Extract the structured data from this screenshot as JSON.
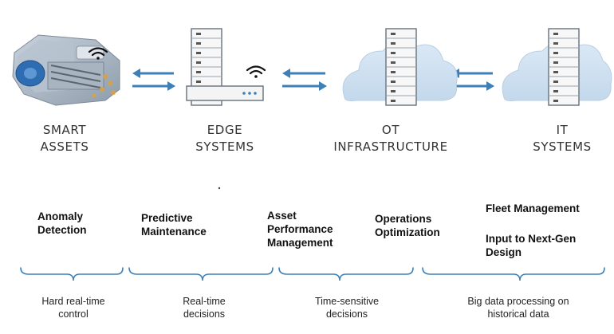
{
  "colors": {
    "accent": "#3d7fb6",
    "cloud": "#cfe1f0",
    "server_stroke": "#6f7a86",
    "text": "#111111"
  },
  "stages": [
    {
      "id": "smart-assets",
      "label": "SMART\nASSETS",
      "icon": "engine-icon"
    },
    {
      "id": "edge-systems",
      "label": "EDGE\nSYSTEMS",
      "icon": "server-rack-icon"
    },
    {
      "id": "ot-infrastructure",
      "label": "OT\nINFRASTRUCTURE",
      "icon": "cloud-server-icon"
    },
    {
      "id": "it-systems",
      "label": "IT\nSYSTEMS",
      "icon": "cloud-server-icon"
    }
  ],
  "use_cases": [
    {
      "id": "anomaly-detection",
      "label": "Anomaly\nDetection"
    },
    {
      "id": "predictive-maintenance",
      "label": "Predictive\nMaintenance"
    },
    {
      "id": "asset-performance-management",
      "label": "Asset\nPerformance\nManagement"
    },
    {
      "id": "operations-optimization",
      "label": "Operations\nOptimization"
    },
    {
      "id": "fleet-management",
      "label": "Fleet Management"
    },
    {
      "id": "input-next-gen-design",
      "label": "Input to Next-Gen\nDesign"
    }
  ],
  "categories": [
    {
      "id": "hard-real-time",
      "label": "Hard real-time\ncontrol"
    },
    {
      "id": "real-time",
      "label": "Real-time\ndecisions"
    },
    {
      "id": "time-sensitive",
      "label": "Time-sensitive\ndecisions"
    },
    {
      "id": "big-data",
      "label": "Big data processing on\nhistorical data"
    }
  ]
}
